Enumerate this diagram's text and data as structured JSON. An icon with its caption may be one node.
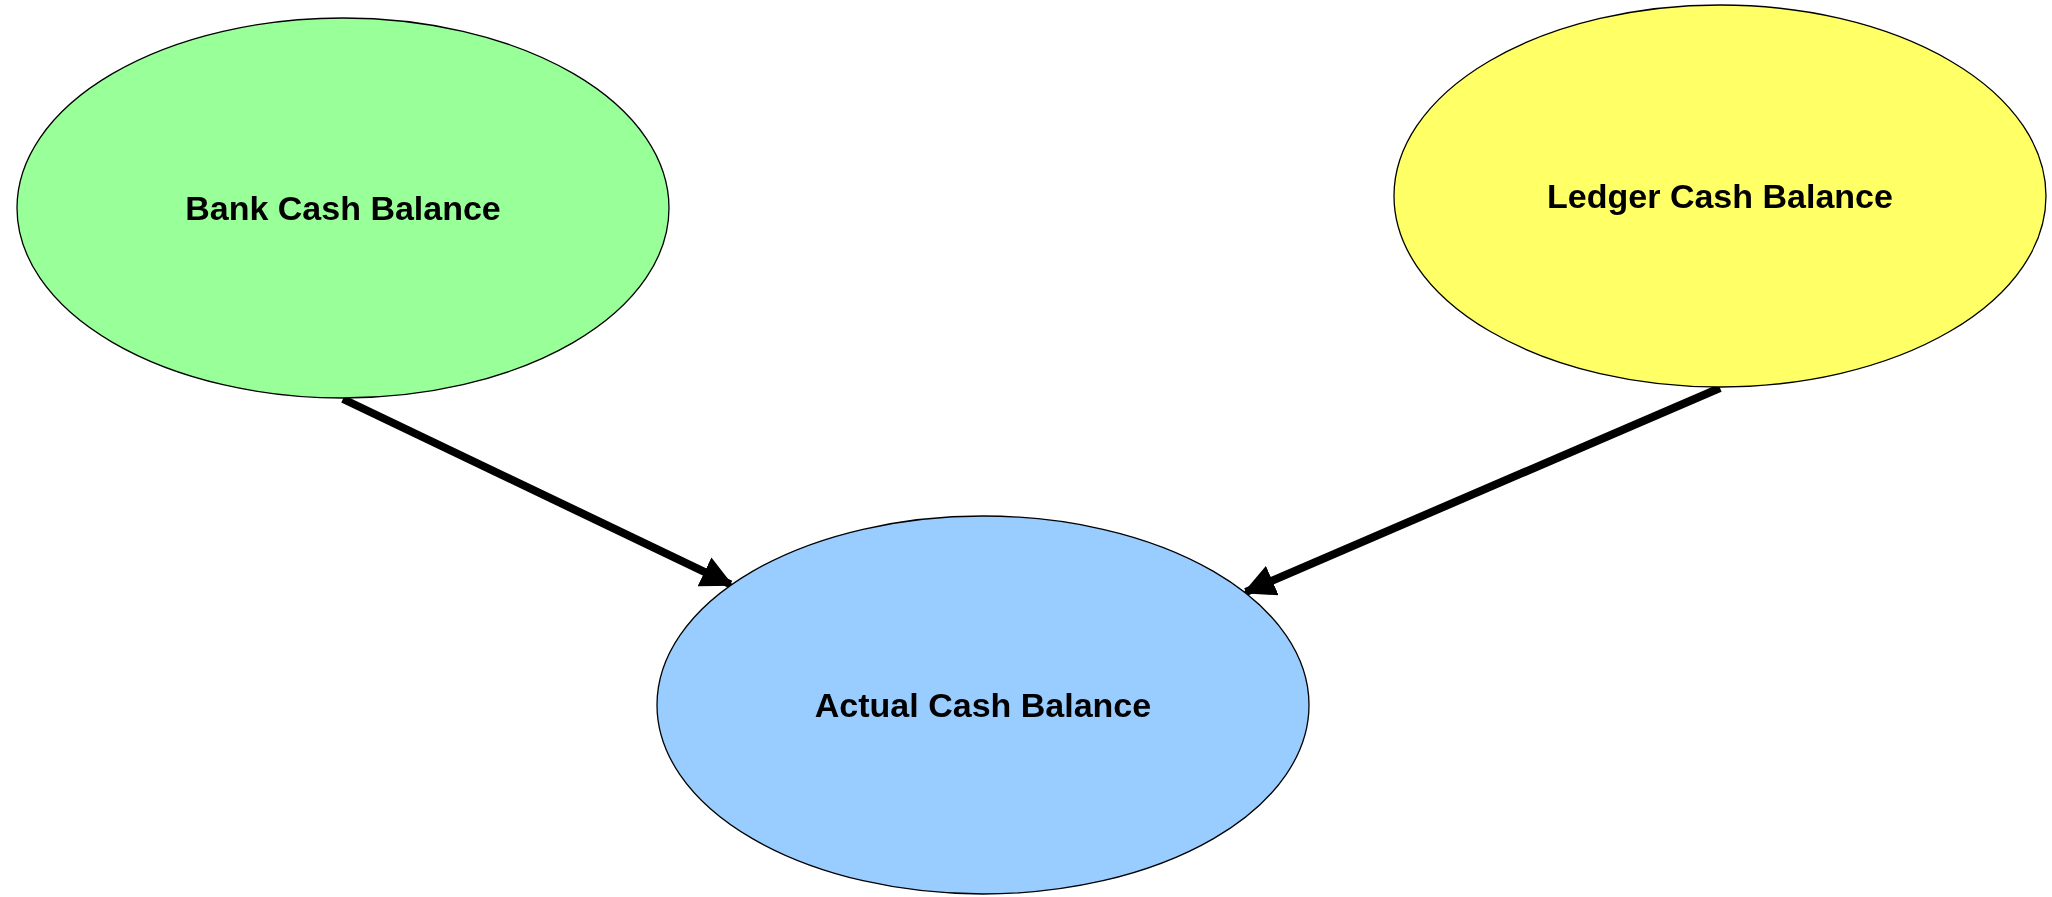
{
  "diagram": {
    "nodes": [
      {
        "text": [
          "Bank Cash Balance"
        ]
      },
      {
        "text": [
          "Ledger Cash Balance"
        ]
      },
      {
        "text": [
          "Actual Cash Balance"
        ]
      }
    ],
    "edges": [
      {
        "from": 0,
        "to": 2,
        "arrow": "to"
      },
      {
        "from": 1,
        "to": 2,
        "arrow": "to"
      }
    ]
  }
}
